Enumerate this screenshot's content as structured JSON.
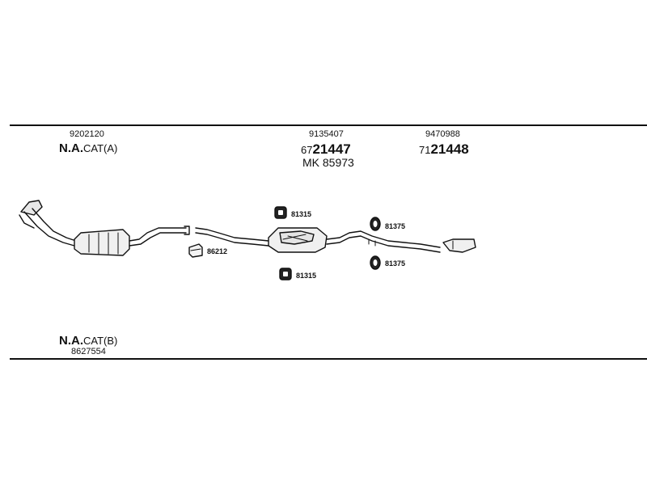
{
  "top_labels": {
    "left": {
      "code": "9202120",
      "name_bold": "N.A.",
      "name_rest": "CAT(A)"
    },
    "middle": {
      "code": "9135407",
      "prefix": "67",
      "number": "21447",
      "mk": "MK  85973"
    },
    "right": {
      "code": "9470988",
      "prefix": "71",
      "number": "21448"
    }
  },
  "bottom_labels": {
    "name_bold": "N.A.",
    "name_rest": "CAT(B)",
    "code": "8627554"
  },
  "parts": [
    {
      "id": "86212",
      "label": "86212"
    },
    {
      "id": "81315-top",
      "label": "81315"
    },
    {
      "id": "81315-bottom",
      "label": "81315"
    },
    {
      "id": "81375-top",
      "label": "81375"
    },
    {
      "id": "81375-bottom",
      "label": "81375"
    }
  ]
}
